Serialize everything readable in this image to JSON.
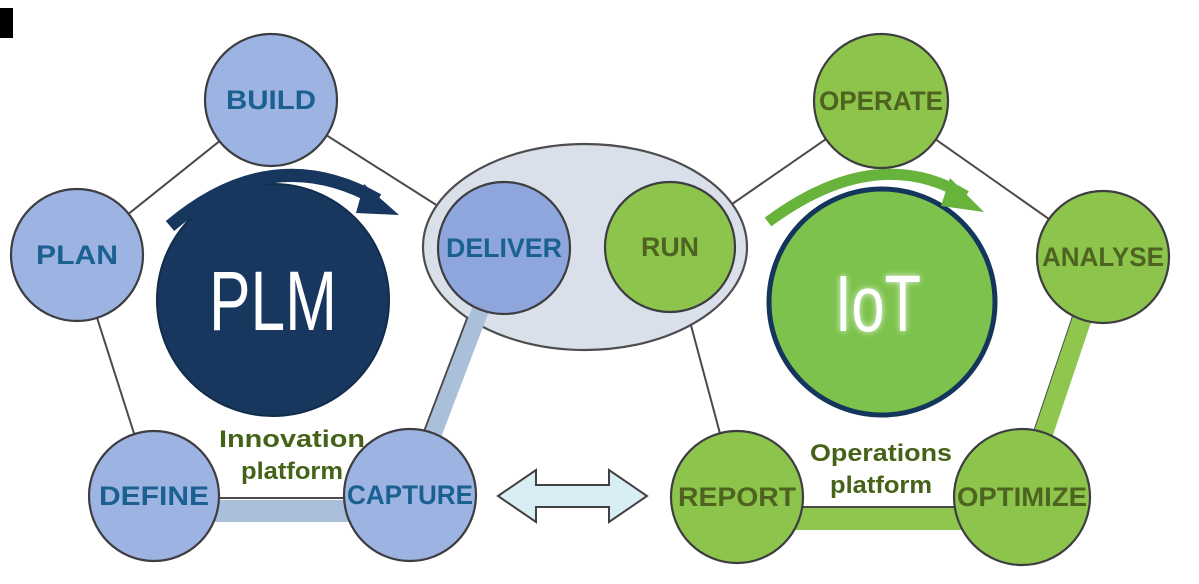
{
  "diagram": {
    "left": {
      "hub_label": "PLM",
      "platform_line1": "Innovation",
      "platform_line2": "platform",
      "nodes": {
        "build": "BUILD",
        "plan": "PLAN",
        "define": "DEFINE",
        "capture": "CAPTURE",
        "deliver": "DELIVER"
      }
    },
    "right": {
      "hub_label": "IoT",
      "platform_line1": "Operations",
      "platform_line2": "platform",
      "nodes": {
        "operate": "OPERATE",
        "run": "RUN",
        "analyse": "ANALYSE",
        "report": "REPORT",
        "optimize": "OPTIMIZE"
      }
    },
    "colors": {
      "plm_hub_fill": "#17375e",
      "iot_hub_fill": "#7cc24c",
      "iot_hub_ring": "#14365c",
      "blue_node_fill": "#9db3e2",
      "deliver_node_fill": "#8ea6db",
      "green_node_fill": "#8dc54c",
      "blue_label_text": "#1a6191",
      "green_label_text": "#4f6320",
      "platform_text": "#456318",
      "ellipse_fill": "#dae0ea",
      "blue_band": "#aabfd9",
      "green_band": "#8ec64e",
      "double_arrow_fill": "#d9edf5",
      "navy_cycle_arrow": "#17375e",
      "green_cycle_arrow": "#68b33c"
    }
  }
}
